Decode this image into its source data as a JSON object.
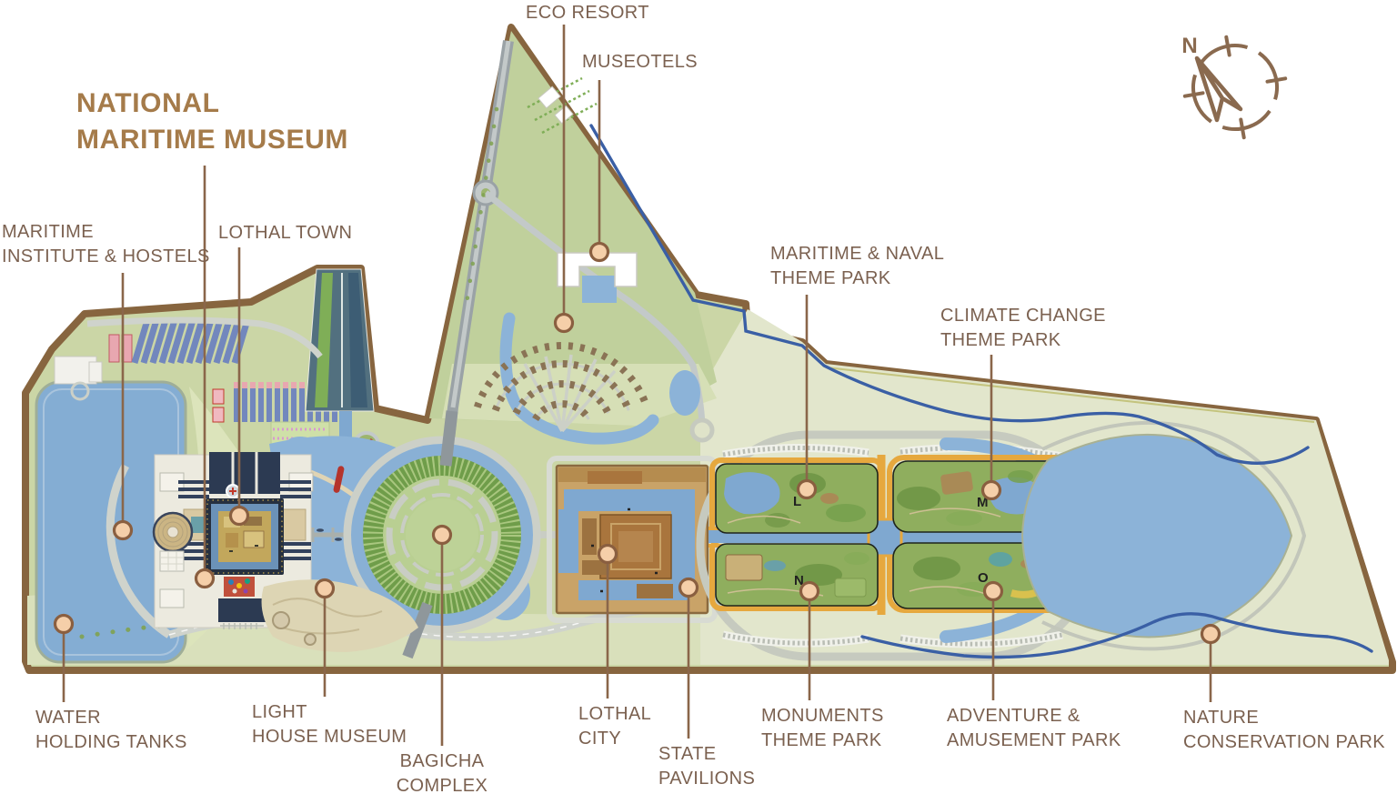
{
  "map": {
    "title": {
      "line1": "NATIONAL",
      "line2": "MARITIME MUSEUM"
    },
    "compass": {
      "north": "N"
    },
    "palette": {
      "brand_brown": "#8a664a",
      "label_text": "#7b6150",
      "title_text": "#a57b4a",
      "site_green": "#cbd6a6",
      "nature_green": "#e2e6cc",
      "water_blue": "#8cb3d8",
      "river_blue": "#3a5fa5",
      "boulevard_orange": "#e6a83e",
      "theme_park_green": "#8fae5e",
      "callout_dot_fill": "#f5cfa9"
    },
    "callouts": {
      "eco_resort": {
        "label": "ECO RESORT"
      },
      "museotels": {
        "label": "MUSEOTELS"
      },
      "maritime_institute": {
        "line1": "MARITIME",
        "line2": "INSTITUTE & HOSTELS"
      },
      "lothal_town": {
        "label": "LOTHAL TOWN"
      },
      "maritime_naval": {
        "line1": "MARITIME & NAVAL",
        "line2": "THEME PARK",
        "marker": "L"
      },
      "climate_change": {
        "line1": "CLIMATE CHANGE",
        "line2": "THEME PARK",
        "marker": "M"
      },
      "water_tanks": {
        "line1": "WATER",
        "line2": "HOLDING TANKS"
      },
      "light_house": {
        "line1": "LIGHT",
        "line2": "HOUSE MUSEUM"
      },
      "bagicha": {
        "line1": "BAGICHA",
        "line2": "COMPLEX"
      },
      "lothal_city": {
        "line1": "LOTHAL",
        "line2": "CITY"
      },
      "state_pavilions": {
        "line1": "STATE",
        "line2": "PAVILIONS"
      },
      "monuments": {
        "line1": "MONUMENTS",
        "line2": "THEME PARK",
        "marker": "N"
      },
      "adventure": {
        "line1": "ADVENTURE &",
        "line2": "AMUSEMENT PARK",
        "marker": "O"
      },
      "nature": {
        "line1": "NATURE",
        "line2": "CONSERVATION PARK"
      }
    }
  }
}
